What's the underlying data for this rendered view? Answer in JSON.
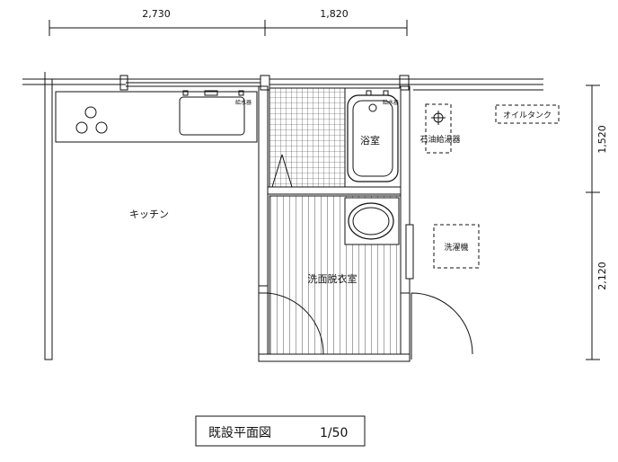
{
  "dimensions": {
    "top_left": "2,730",
    "top_right": "1,820",
    "right_upper": "1,520",
    "right_lower": "2,120"
  },
  "rooms": {
    "kitchen": "キッチン",
    "bathroom": "浴室",
    "washroom": "洗面脱衣室"
  },
  "fixtures": {
    "water_heater": "石油給湯器",
    "oil_tank": "オイルタンク",
    "washing_machine": "洗濯機",
    "faucet_left": "給水器",
    "faucet_right": "給水器"
  },
  "title": {
    "text": "既設平面図",
    "scale": "1/50"
  }
}
